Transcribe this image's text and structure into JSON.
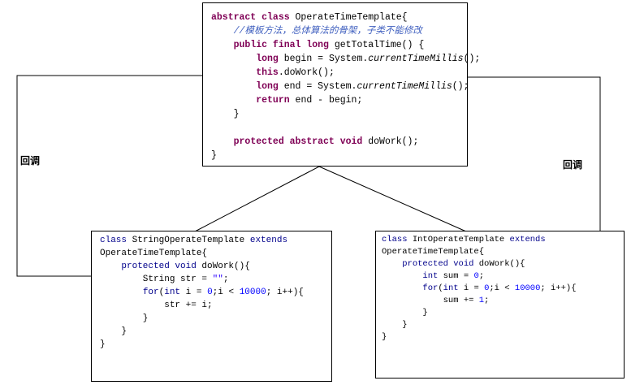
{
  "colors": {
    "keyword": "#7f0055",
    "comment": "#3f5fbf",
    "number": "#0000ff",
    "string": "#2a00ff",
    "line": "#000000"
  },
  "callbacks": {
    "left_label": "回调",
    "right_label": "回调"
  },
  "abstract_class": {
    "lines": [
      {
        "tokens": [
          {
            "t": "abstract class",
            "c": "kw"
          },
          {
            "t": " OperateTimeTemplate{",
            "c": ""
          }
        ]
      },
      {
        "tokens": [
          {
            "t": "    //模板方法，总体算法的骨架，子类不能修改",
            "c": "comment"
          }
        ]
      },
      {
        "tokens": [
          {
            "t": "    ",
            "c": ""
          },
          {
            "t": "public final long",
            "c": "kw"
          },
          {
            "t": " getTotalTime() {",
            "c": ""
          }
        ]
      },
      {
        "tokens": [
          {
            "t": "        ",
            "c": ""
          },
          {
            "t": "long",
            "c": "kw"
          },
          {
            "t": " begin = System.",
            "c": ""
          },
          {
            "t": "currentTimeMillis",
            "c": "static"
          },
          {
            "t": "();",
            "c": ""
          }
        ]
      },
      {
        "tokens": [
          {
            "t": "        ",
            "c": ""
          },
          {
            "t": "this",
            "c": "kw"
          },
          {
            "t": ".doWork();",
            "c": ""
          }
        ]
      },
      {
        "tokens": [
          {
            "t": "        ",
            "c": ""
          },
          {
            "t": "long",
            "c": "kw"
          },
          {
            "t": " end = System.",
            "c": ""
          },
          {
            "t": "currentTimeMillis",
            "c": "static"
          },
          {
            "t": "();",
            "c": ""
          }
        ]
      },
      {
        "tokens": [
          {
            "t": "        ",
            "c": ""
          },
          {
            "t": "return",
            "c": "kw"
          },
          {
            "t": " end - begin;",
            "c": ""
          }
        ]
      },
      {
        "tokens": [
          {
            "t": "    }",
            "c": ""
          }
        ]
      },
      {
        "tokens": [
          {
            "t": "",
            "c": ""
          }
        ]
      },
      {
        "tokens": [
          {
            "t": "    ",
            "c": ""
          },
          {
            "t": "protected abstract void",
            "c": "kw"
          },
          {
            "t": " doWork();",
            "c": ""
          }
        ]
      },
      {
        "tokens": [
          {
            "t": "}",
            "c": ""
          }
        ]
      }
    ]
  },
  "string_class": {
    "lines": [
      {
        "tokens": [
          {
            "t": "class",
            "c": "kw2"
          },
          {
            "t": " StringOperateTemplate ",
            "c": ""
          },
          {
            "t": "extends",
            "c": "kw2"
          }
        ]
      },
      {
        "tokens": [
          {
            "t": "OperateTimeTemplate{",
            "c": ""
          }
        ]
      },
      {
        "tokens": [
          {
            "t": "    ",
            "c": ""
          },
          {
            "t": "protected void",
            "c": "kw2"
          },
          {
            "t": " doWork(){",
            "c": ""
          }
        ]
      },
      {
        "tokens": [
          {
            "t": "        String str = ",
            "c": ""
          },
          {
            "t": "\"\"",
            "c": "str"
          },
          {
            "t": ";",
            "c": ""
          }
        ]
      },
      {
        "tokens": [
          {
            "t": "        ",
            "c": ""
          },
          {
            "t": "for",
            "c": "kw2"
          },
          {
            "t": "(",
            "c": ""
          },
          {
            "t": "int",
            "c": "kw2"
          },
          {
            "t": " i = ",
            "c": ""
          },
          {
            "t": "0",
            "c": "num"
          },
          {
            "t": ";i < ",
            "c": ""
          },
          {
            "t": "10000",
            "c": "num"
          },
          {
            "t": "; i++){",
            "c": ""
          }
        ]
      },
      {
        "tokens": [
          {
            "t": "            str += i;",
            "c": ""
          }
        ]
      },
      {
        "tokens": [
          {
            "t": "        }",
            "c": ""
          }
        ]
      },
      {
        "tokens": [
          {
            "t": "    }",
            "c": ""
          }
        ]
      },
      {
        "tokens": [
          {
            "t": "}",
            "c": ""
          }
        ]
      }
    ]
  },
  "int_class": {
    "lines": [
      {
        "tokens": [
          {
            "t": "class",
            "c": "kw2"
          },
          {
            "t": " IntOperateTemplate ",
            "c": ""
          },
          {
            "t": "extends",
            "c": "kw2"
          }
        ]
      },
      {
        "tokens": [
          {
            "t": "OperateTimeTemplate{",
            "c": ""
          }
        ]
      },
      {
        "tokens": [
          {
            "t": "    ",
            "c": ""
          },
          {
            "t": "protected void",
            "c": "kw2"
          },
          {
            "t": " doWork(){",
            "c": ""
          }
        ]
      },
      {
        "tokens": [
          {
            "t": "        ",
            "c": ""
          },
          {
            "t": "int",
            "c": "kw2"
          },
          {
            "t": " sum = ",
            "c": ""
          },
          {
            "t": "0",
            "c": "num"
          },
          {
            "t": ";",
            "c": ""
          }
        ]
      },
      {
        "tokens": [
          {
            "t": "        ",
            "c": ""
          },
          {
            "t": "for",
            "c": "kw2"
          },
          {
            "t": "(",
            "c": ""
          },
          {
            "t": "int",
            "c": "kw2"
          },
          {
            "t": " i = ",
            "c": ""
          },
          {
            "t": "0",
            "c": "num"
          },
          {
            "t": ";i < ",
            "c": ""
          },
          {
            "t": "10000",
            "c": "num"
          },
          {
            "t": "; i++){",
            "c": ""
          }
        ]
      },
      {
        "tokens": [
          {
            "t": "            sum += ",
            "c": ""
          },
          {
            "t": "1",
            "c": "num"
          },
          {
            "t": ";",
            "c": ""
          }
        ]
      },
      {
        "tokens": [
          {
            "t": "        }",
            "c": ""
          }
        ]
      },
      {
        "tokens": [
          {
            "t": "    }",
            "c": ""
          }
        ]
      },
      {
        "tokens": [
          {
            "t": "}",
            "c": ""
          }
        ]
      }
    ]
  }
}
